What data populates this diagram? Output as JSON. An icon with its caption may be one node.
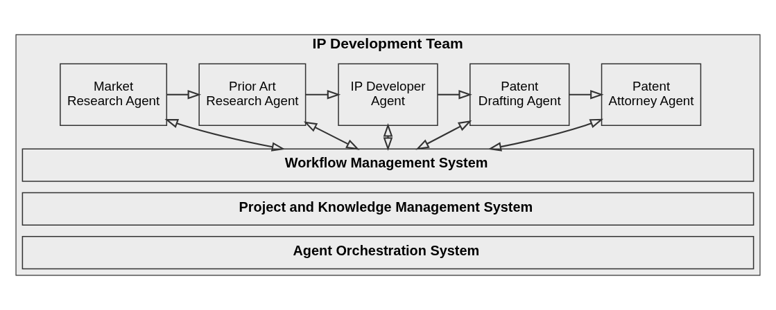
{
  "diagram": {
    "nodes": [
      {
        "text": [
          "IP Development Team"
        ]
      },
      {
        "text": [
          "Market Research Agent"
        ],
        "in": 0
      },
      {
        "text": [
          "Prior Art Research Agent"
        ],
        "in": 0
      },
      {
        "text": [
          "IP Developer Agent"
        ],
        "in": 0
      },
      {
        "text": [
          "Patent Drafting Agent"
        ],
        "in": 0
      },
      {
        "text": [
          "Patent Attorney Agent"
        ],
        "in": 0
      },
      {
        "text": [
          "Workflow Management System"
        ],
        "in": 0
      },
      {
        "text": [
          "Project and Knowledge Management System"
        ],
        "in": 0
      },
      {
        "text": [
          "Agent Orchestration System"
        ],
        "in": 0
      }
    ],
    "edges": [
      {
        "from": 1,
        "to": 2,
        "arrow": "to"
      },
      {
        "from": 2,
        "to": 3,
        "arrow": "to"
      },
      {
        "from": 3,
        "to": 4,
        "arrow": "to"
      },
      {
        "from": 4,
        "to": 5,
        "arrow": "to"
      },
      {
        "from": 1,
        "to": 6,
        "arrow": "both"
      },
      {
        "from": 2,
        "to": 6,
        "arrow": "both"
      },
      {
        "from": 3,
        "to": 6,
        "arrow": "both"
      },
      {
        "from": 4,
        "to": 6,
        "arrow": "both"
      },
      {
        "from": 5,
        "to": 6,
        "arrow": "both"
      }
    ]
  }
}
